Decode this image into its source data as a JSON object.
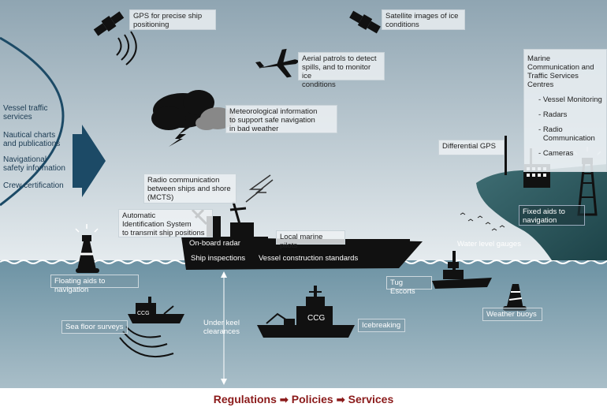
{
  "left_panel": {
    "items": [
      "Vessel traffic\nservices",
      "Nautical charts\nand publications",
      "Navigational\nsafety information",
      "Crew certification"
    ]
  },
  "labels": {
    "gps_precise": "GPS for precise ship\npositioning",
    "satellite_ice": "Satellite images of ice\nconditions",
    "aerial_patrols": "Aerial patrols to detect\nspills, and to monitor ice\nconditions",
    "meteorological": "Meteorological information\nto support safe navigation\nin bad weather",
    "differential_gps": "Differential GPS",
    "radio_comm": "Radio communication\nbetween ships and shore\n(MCTS)",
    "ais": "Automatic\nIdentification System\nto transmit ship positions",
    "local_pilots": "Local marine pilots",
    "onboard_radar": "On-board radar",
    "ship_inspections": "Ship inspections",
    "vessel_construction": "Vessel construction standards",
    "fixed_aids": "Fixed aids to\nnavigation",
    "water_level": "Water level gauges",
    "floating_aids": "Floating aids to navigation",
    "tug_escorts": "Tug Escorts",
    "weather_buoys": "Weather buoys",
    "sea_floor": "Sea floor surveys",
    "under_keel": "Under keel\nclearances",
    "icebreaking": "Icebreaking",
    "ccg_small": "CCG",
    "ccg_large": "CCG"
  },
  "mcts": {
    "title": "Marine\nCommunication and\nTraffic Services\nCentres",
    "items": [
      "Vessel Monitoring",
      "Radars",
      "Radio\nCommunication",
      "Cameras"
    ]
  },
  "footer": {
    "part1": "Regulations",
    "part2": "Policies",
    "part3": "Services",
    "arrow": "➡"
  },
  "colors": {
    "sky_top": "#8fa5b2",
    "sky_bottom": "#e3e9ec",
    "water": "#6a8fa0",
    "dark_accent": "#1c4a66",
    "footer_red": "#8b1a1a"
  }
}
